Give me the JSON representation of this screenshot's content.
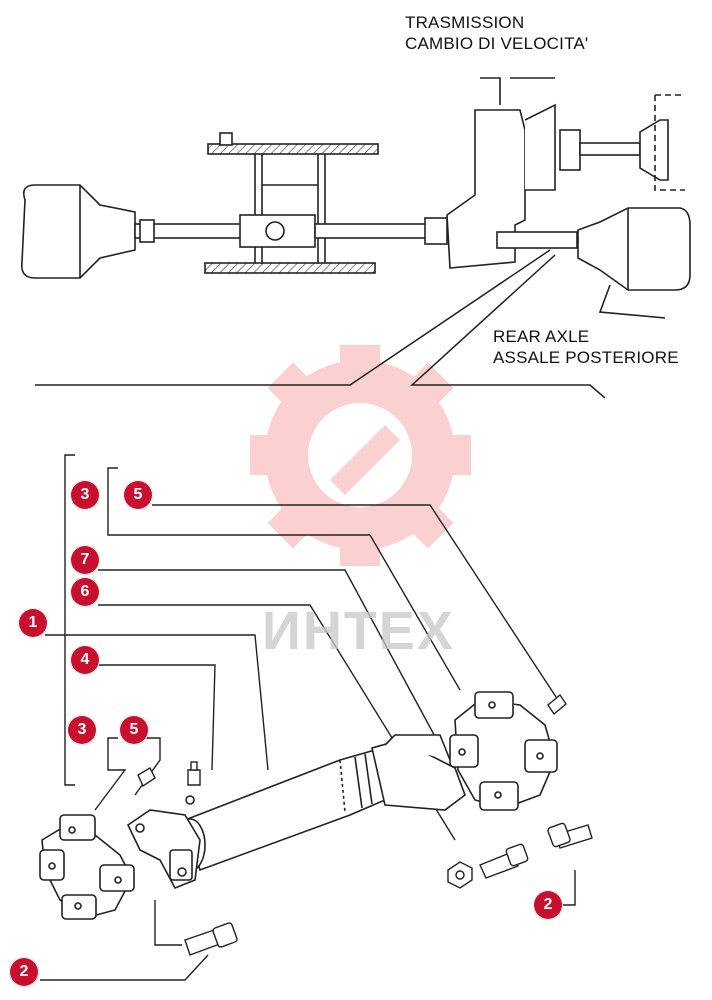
{
  "labels": {
    "transmission_en": "TRASMISSION",
    "transmission_it": "CAMBIO DI VELOCITA'",
    "rear_axle_en": "REAR AXLE",
    "rear_axle_it": "ASSALE POSTERIORE"
  },
  "watermark": {
    "text": "ИНТЕХ",
    "color": "#f05a5a"
  },
  "callouts": {
    "c3a": "3",
    "c5a": "5",
    "c7": "7",
    "c6": "6",
    "c1": "1",
    "c4": "4",
    "c3b": "3",
    "c5b": "5",
    "c2a": "2",
    "c2b": "2"
  },
  "colors": {
    "callout_fill": "#c8102e",
    "line": "#222222"
  }
}
